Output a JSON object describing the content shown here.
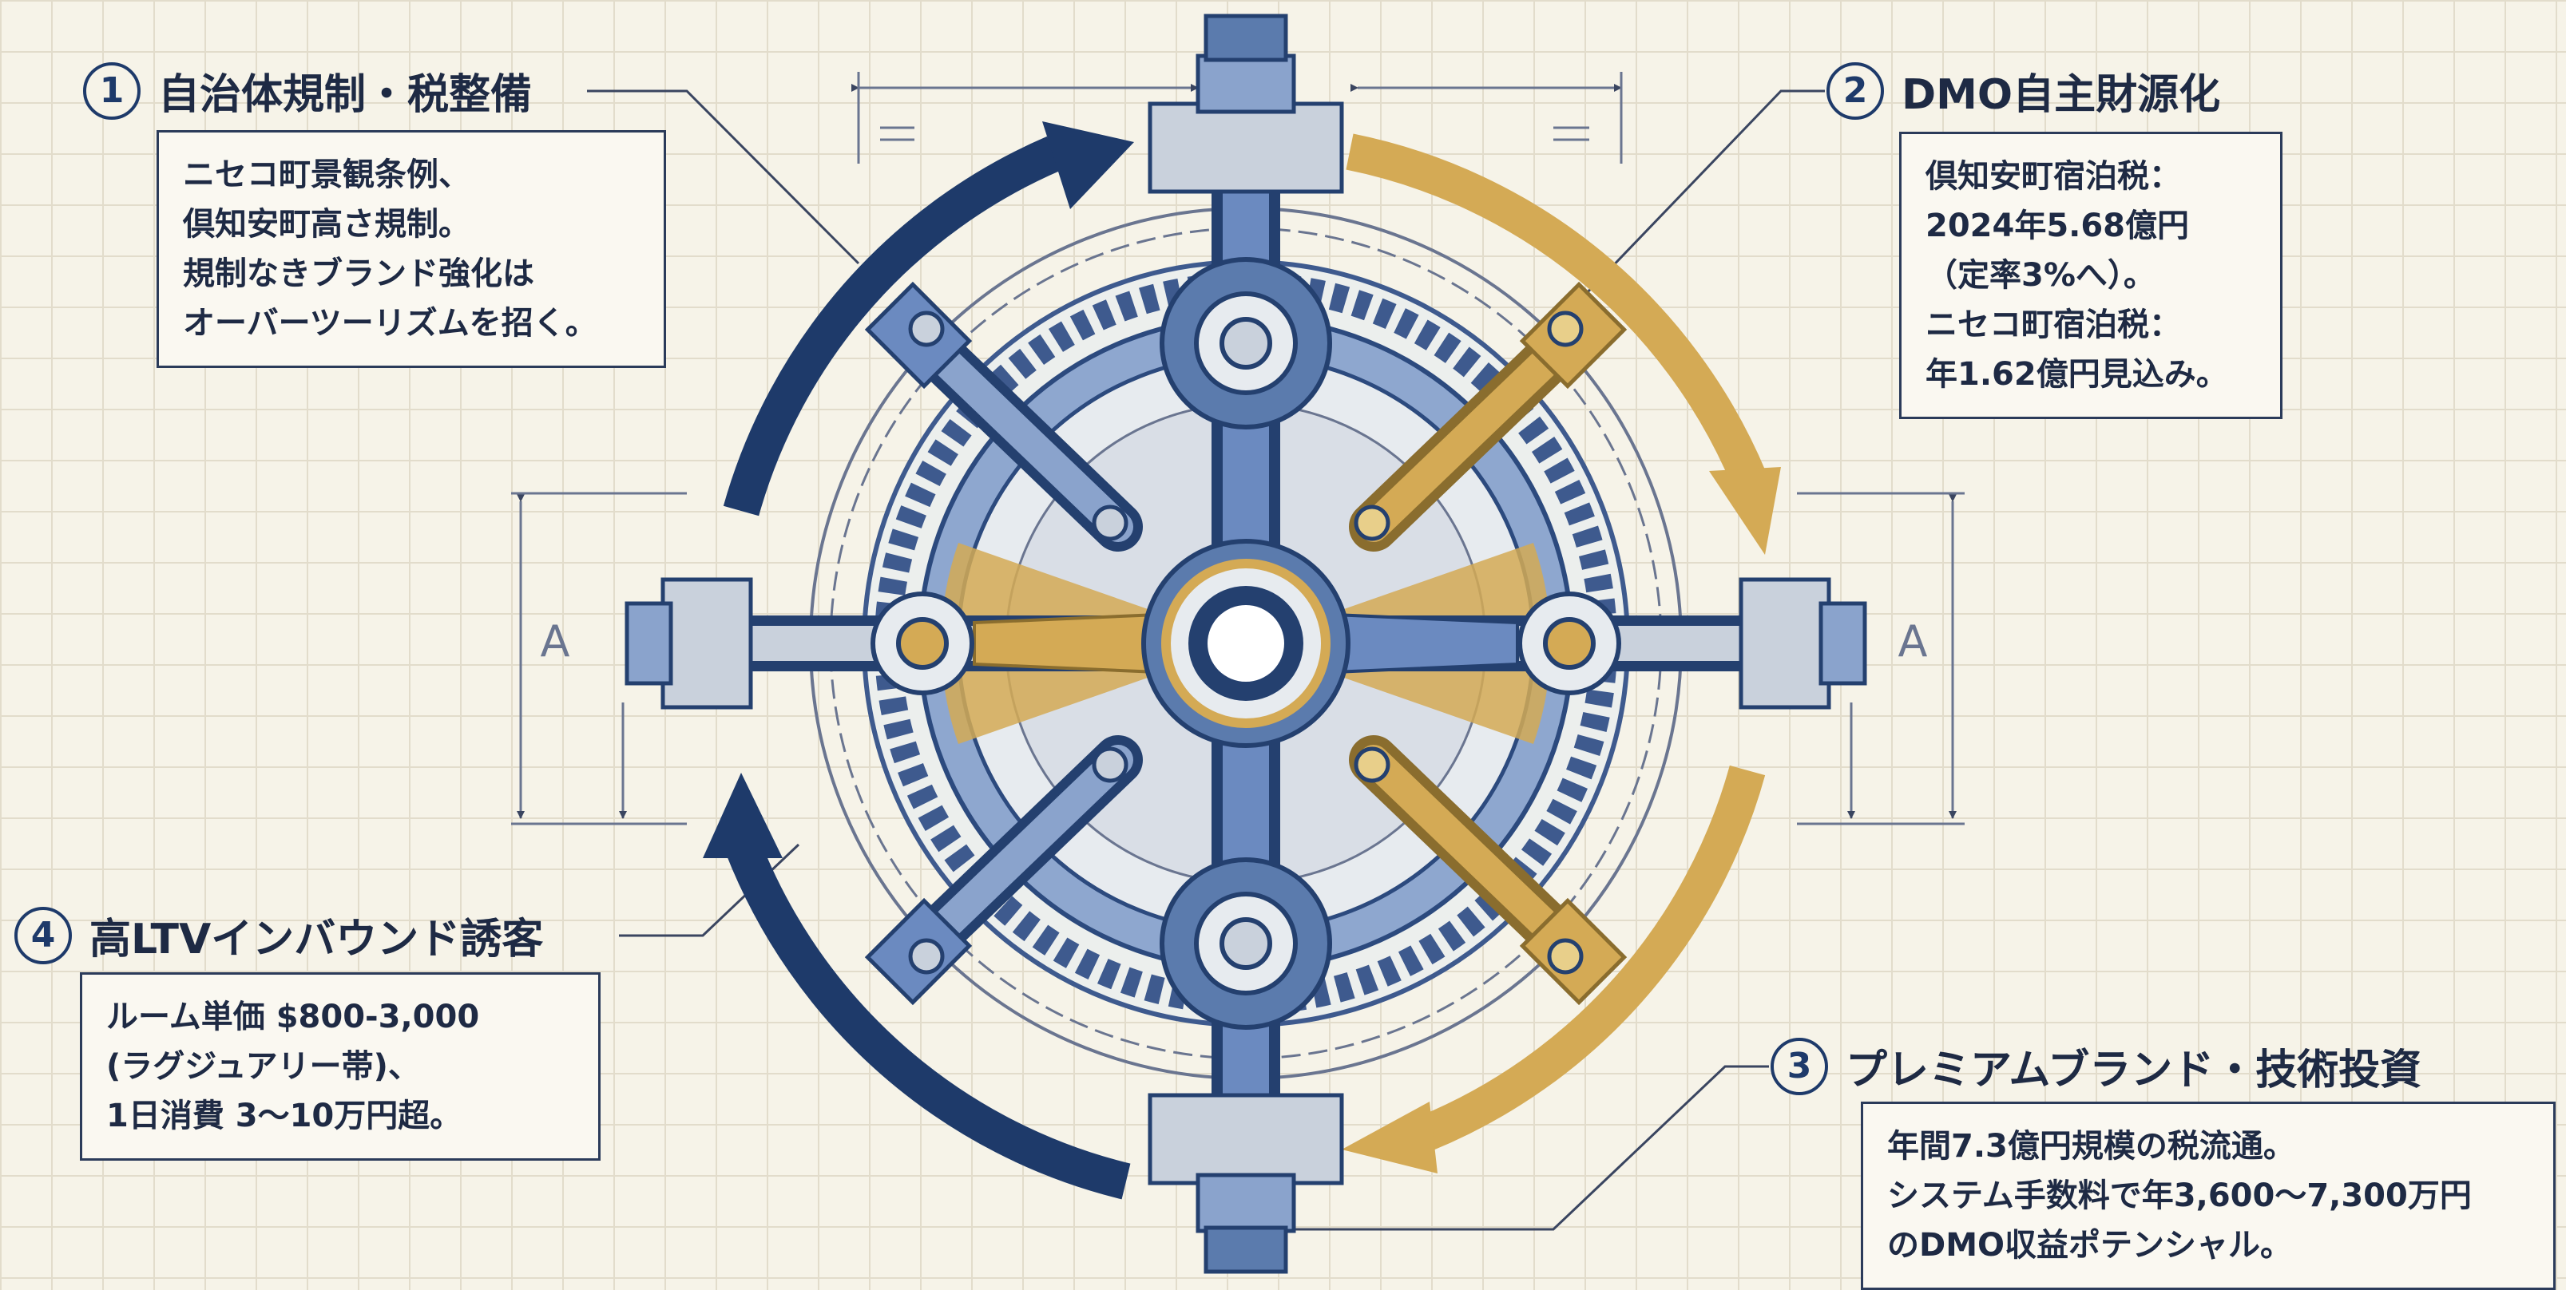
{
  "blocks": [
    {
      "number": "1",
      "title": "自治体規制・税整備",
      "lines": [
        "ニセコ町景観条例、",
        "倶知安町高さ規制。",
        "規制なきブランド強化は",
        "オーバーツーリズムを招く。"
      ]
    },
    {
      "number": "2",
      "title": "DMO自主財源化",
      "lines": [
        "倶知安町宿泊税：",
        "2024年5.68億円",
        "（定率3%へ）。",
        "ニセコ町宿泊税：",
        "年1.62億円見込み。"
      ]
    },
    {
      "number": "3",
      "title": "プレミアムブランド・技術投資",
      "lines": [
        "年間7.3億円規模の税流通。",
        "システム手数料で年3,600〜7,300万円",
        "のDMO収益ポテンシャル。"
      ]
    },
    {
      "number": "4",
      "title": "高LTVインバウンド誘客",
      "lines": [
        "ルーム単価 $800-3,000",
        "(ラグジュアリー帯)、",
        "1日消費 3〜10万円超。"
      ]
    }
  ],
  "dimension_marks": [
    "A",
    "A"
  ],
  "colors": {
    "navy": "#1e3a6a",
    "gold": "#d4aa55",
    "steel": "#5b7bad",
    "background": "#f6f3e8"
  },
  "icons": [
    "gear-mechanism-icon",
    "cycle-arrow-icon"
  ]
}
